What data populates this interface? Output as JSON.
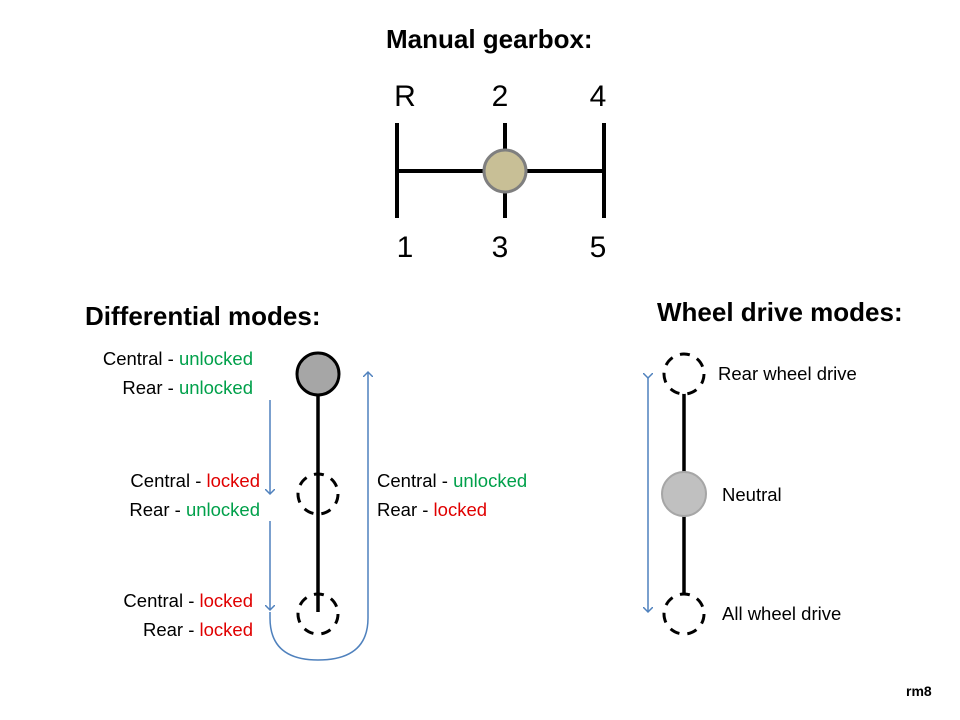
{
  "colors": {
    "green": "#00a04a",
    "red": "#e00000",
    "arrow": "#4f81bd",
    "knob": "#c8bf96",
    "knob_border": "#7f7f7f",
    "mode_active": "#a6a6a6",
    "neutral_fill": "#c0c0c0"
  },
  "gearbox": {
    "title": "Manual gearbox:",
    "top": [
      "R",
      "2",
      "4"
    ],
    "bottom": [
      "1",
      "3",
      "5"
    ]
  },
  "differential": {
    "title": "Differential modes:",
    "modes": [
      {
        "line1_label": "Central -",
        "line1_state": "unlocked",
        "line2_label": "Rear -",
        "line2_state": "unlocked"
      },
      {
        "line1_label": "Central -",
        "line1_state": "locked",
        "line2_label": "Rear  -",
        "line2_state": "unlocked"
      },
      {
        "line1_label": "Central -",
        "line1_state": "locked",
        "line2_label": "Rear -",
        "line2_state": "locked"
      }
    ],
    "side_label": {
      "line1_label": "Central -",
      "line1_state": "unlocked",
      "line2_label": "Rear  -",
      "line2_state": "locked"
    }
  },
  "wheel_drive": {
    "title": "Wheel drive modes:",
    "modes": [
      "Rear wheel drive",
      "Neutral",
      "All wheel drive"
    ]
  },
  "credit": "rm8"
}
